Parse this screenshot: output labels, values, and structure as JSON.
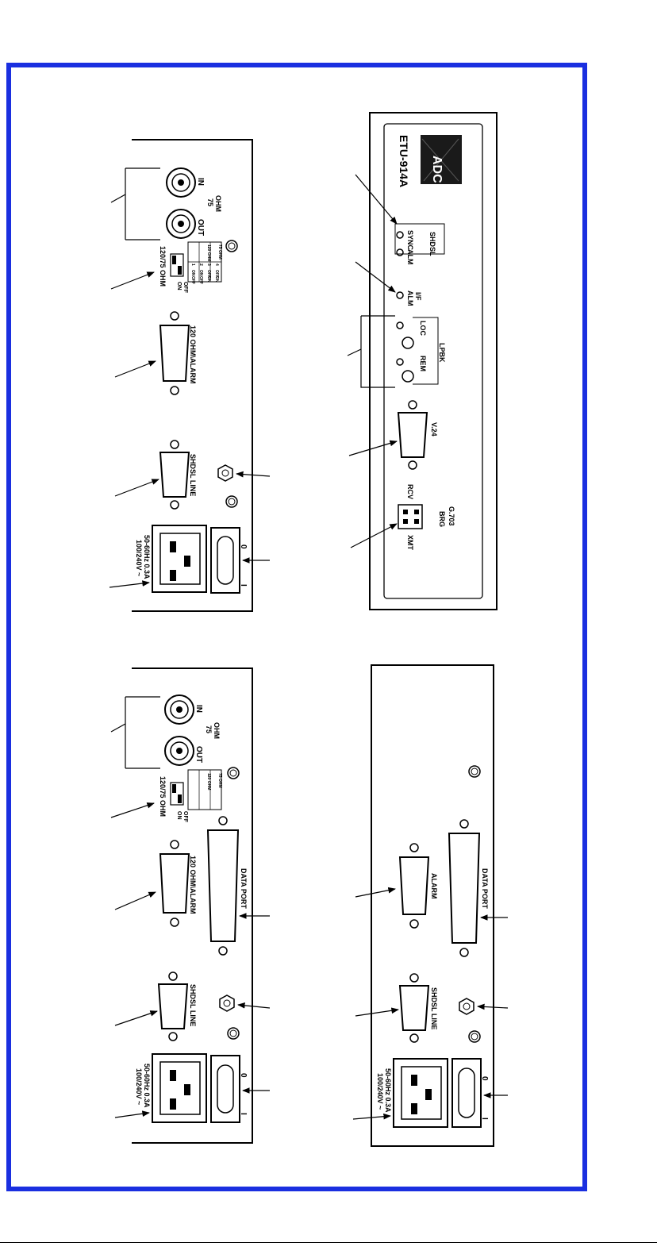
{
  "front_panel": {
    "model": "ETU-914A",
    "brand": "ADC",
    "shdsl_group": "SHDSL",
    "sync_led": "SYNC",
    "alm_led": "ALM",
    "if_alm_led_line1": "I/F",
    "if_alm_led_line2": "ALM",
    "lpbk_group": "LPBK",
    "loc_button": "LOC",
    "rem_button": "REM",
    "v24_port": "V.24",
    "brg_rcv": "RCV",
    "brg_xmt": "XMT",
    "brg_label_line1": "G.703",
    "brg_label_line2": "BRG"
  },
  "rear_panel_a": {
    "bnc_in": "IN",
    "bnc_ohm_line1": "75",
    "bnc_ohm_line2": "OHM",
    "bnc_out": "OUT",
    "dip_label": "120/75 OHM",
    "dip_on": "ON",
    "dip_off": "OFF",
    "dip_col1": "120 OHM",
    "dip_col2": "75 OHM",
    "dip_rows": [
      [
        "1",
        "ON",
        "OFF"
      ],
      [
        "2",
        "ON",
        "OFF"
      ],
      [
        "3",
        "OFF",
        "ON"
      ],
      [
        "4",
        "OFF",
        "ON"
      ]
    ],
    "alarm_port": "120 OHM\\ALARM",
    "shdsl_port": "SHDSL LINE",
    "power_line1": "100/240V ~",
    "power_line2": "50-60Hz 0.3A",
    "switch_off": "0",
    "switch_on": "I"
  },
  "rear_panel_b": {
    "bnc_in": "IN",
    "bnc_ohm_line1": "75",
    "bnc_ohm_line2": "OHM",
    "bnc_out": "OUT",
    "dip_label": "120/75 OHM",
    "dip_on": "ON",
    "dip_off": "OFF",
    "dip_col1": "120 OHM",
    "dip_col2": "75 OHM",
    "alarm_port": "120 OHM\\ALARM",
    "data_port": "DATA PORT",
    "shdsl_port": "SHDSL LINE",
    "power_line1": "100/240V ~",
    "power_line2": "50-60Hz 0.3A",
    "switch_off": "0",
    "switch_on": "I"
  },
  "rear_panel_c": {
    "alarm_port": "ALARM",
    "data_port": "DATA PORT",
    "shdsl_port": "SHDSL LINE",
    "power_line1": "100/240V ~",
    "power_line2": "50-60Hz 0.3A",
    "switch_off": "0",
    "switch_on": "I"
  }
}
